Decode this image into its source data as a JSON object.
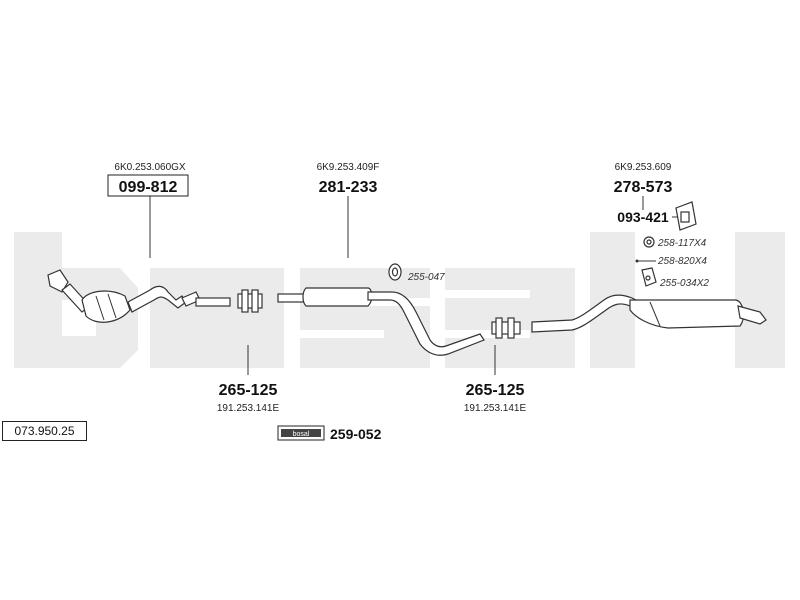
{
  "brand": "bosal",
  "diagram_number": "073.950.25",
  "parts": {
    "catalytic_converter": {
      "oem": "6K0.253.060GX",
      "part_no": "099-812"
    },
    "middle_silencer": {
      "oem": "6K9.253.409F",
      "part_no": "281-233"
    },
    "rear_silencer": {
      "oem": "6K9.253.609",
      "part_no": "278-573"
    },
    "mounting_bracket": {
      "part_no": "093-421"
    },
    "ring": {
      "part_no": "255-047"
    },
    "hardware_a": {
      "part_no": "258-117X4"
    },
    "hardware_b": {
      "part_no": "258-820X4"
    },
    "hanger": {
      "part_no": "255-034X2"
    },
    "clamp_left": {
      "part_no": "265-125",
      "oem": "191.253.141E"
    },
    "clamp_right": {
      "part_no": "265-125",
      "oem": "191.253.141E"
    },
    "mounting_kit": {
      "part_no": "259-052",
      "logo_text": "bosal"
    }
  },
  "colors": {
    "watermark": "#ebebeb",
    "ink": "#222222"
  }
}
